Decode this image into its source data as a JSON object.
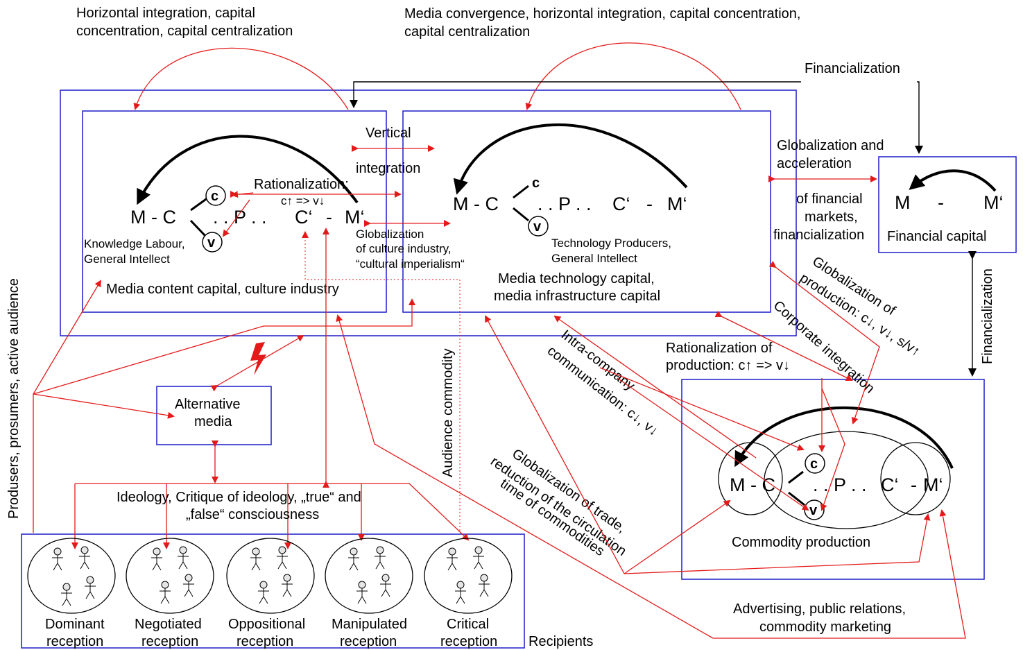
{
  "labels": {
    "top_left_1": "Horizontal integration, capital",
    "top_left_2": "concentration, capital centralization",
    "top_mid_1": "Media convergence, horizontal integration, capital concentration,",
    "top_mid_2": "capital centralization",
    "financialization_top": "Financialization",
    "vertical": "Vertical",
    "integration": "integration",
    "rationalization_1": "Rationalization:",
    "rationalization_2": "c↑ => v↓",
    "glob_culture_1": "Globalization",
    "glob_culture_2": "of culture industry,",
    "glob_culture_3": "“cultural imperialism“",
    "knowledge_1": "Knowledge Labour,",
    "knowledge_2": "General Intellect",
    "media_content": "Media content capital,  culture industry",
    "tech_prod_1": "Technology Producers,",
    "tech_prod_2": "General Intellect",
    "media_tech_1": "Media technology capital,",
    "media_tech_2": "media infrastructure capital",
    "glob_fin_1": "Globalization and",
    "glob_fin_2": "acceleration",
    "glob_fin_3": "of financial",
    "glob_fin_4": "markets,",
    "glob_fin_5": "financialization",
    "financial_capital": "Financial capital",
    "financialization_side": "Financialization",
    "glob_prod_1": "Globalization of",
    "glob_prod_2": "production: c↓, v↓, s/v↑",
    "corporate": "Corporate integration",
    "rat_prod_1": "Rationalization of",
    "rat_prod_2": "production: c↑ => v↓",
    "intra_1": "Intra-company",
    "intra_2": "communication: c↓, v↓",
    "glob_trade_1": "Globalization of trade,",
    "glob_trade_2": "reduction of the circulation",
    "glob_trade_3": "time of commodities",
    "commodity_production": "Commodity production",
    "advertising_1": "Advertising, public relations,",
    "advertising_2": "commodity marketing",
    "audience_commodity": "Audience commodity",
    "alt_media_1": "Alternative",
    "alt_media_2": "media",
    "ideology_1": "Ideology, Critique of ideology, „true“ and",
    "ideology_2": "„false“ consciousness",
    "producers_vertical": "Produsers, prosumers, active audience",
    "recipients": "Recipients"
  },
  "formulas": {
    "content": {
      "m": "M - C",
      "mid": ". . P . .",
      "cprime": "C‘",
      "dash": "-",
      "mprime": "M‘",
      "c": "c",
      "v": "v"
    },
    "tech": {
      "m": "M - C",
      "mid": ". . P . .",
      "cprime": "C‘",
      "dash": "-",
      "mprime": "M‘",
      "c": "c",
      "v": "v"
    },
    "financial": {
      "m": "M",
      "dash": "-",
      "mprime": "M‘"
    },
    "commodity": {
      "m": "M - C",
      "mid": ". . P . .",
      "cprime": "C‘",
      "dash": "-",
      "mprime": "M‘",
      "c": "c",
      "v": "v"
    }
  },
  "receptions": [
    {
      "line1": "Dominant",
      "line2": "reception"
    },
    {
      "line1": "Negotiated",
      "line2": "reception"
    },
    {
      "line1": "Oppositional",
      "line2": "reception"
    },
    {
      "line1": "Manipulated",
      "line2": "reception"
    },
    {
      "line1": "Critical",
      "line2": "reception"
    }
  ],
  "colors": {
    "box": "#1c1cc8",
    "arrow_red": "#e41a1a",
    "arrow_black": "#000000",
    "lightning": "#e41a1a"
  }
}
